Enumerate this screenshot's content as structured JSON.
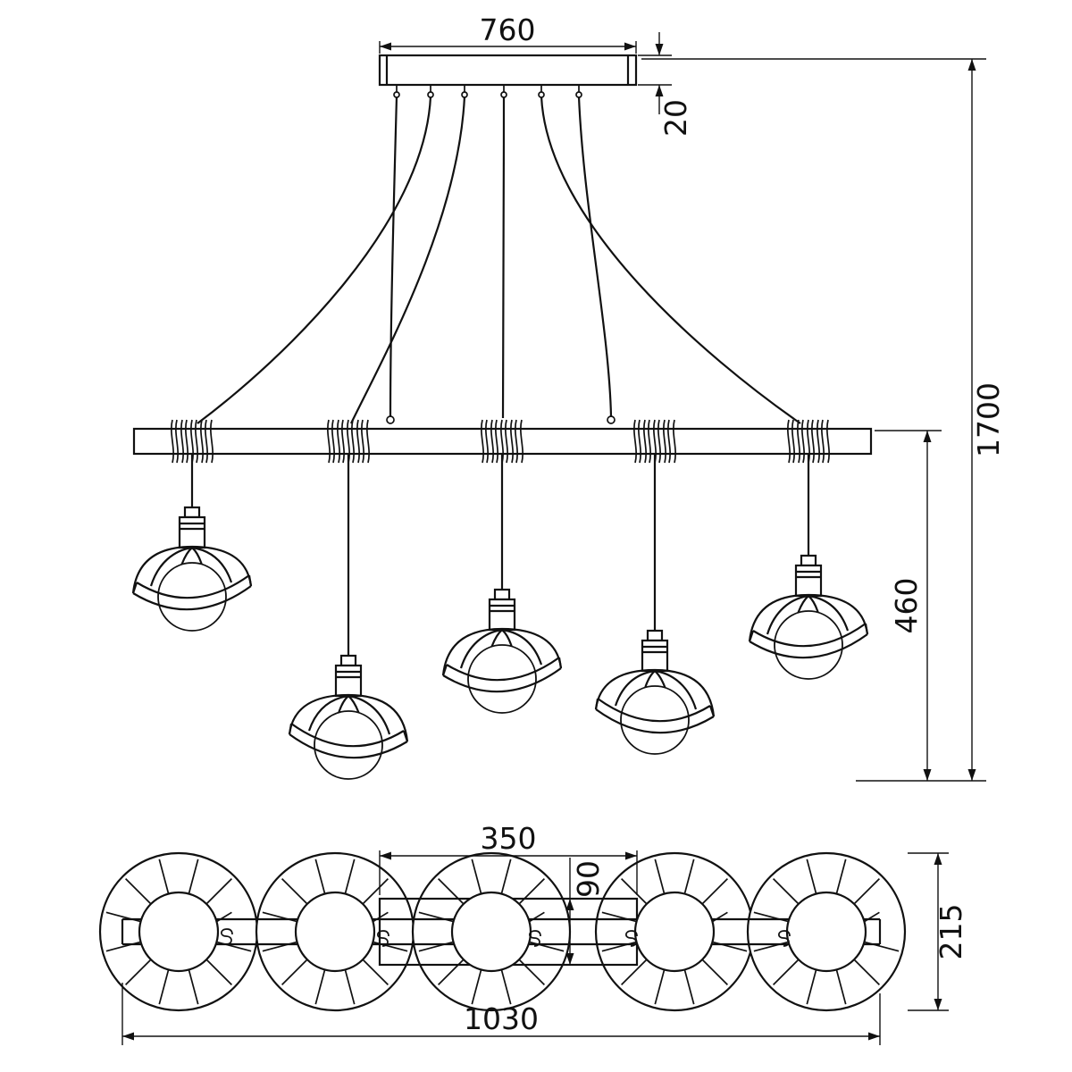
{
  "drawing": {
    "kind": "pendant-chandelier-technical-drawing",
    "colors": {
      "background": "#ffffff",
      "line": "#111111"
    }
  },
  "views": {
    "front": {
      "dims": {
        "canopy_width": "760",
        "canopy_thickness": "20",
        "overall_height": "1700",
        "drop_below_bar": "460"
      }
    },
    "plan": {
      "dims": {
        "center_spacing": "350",
        "bar_width": "90",
        "shade_diameter": "215",
        "overall_length": "1030"
      }
    }
  }
}
